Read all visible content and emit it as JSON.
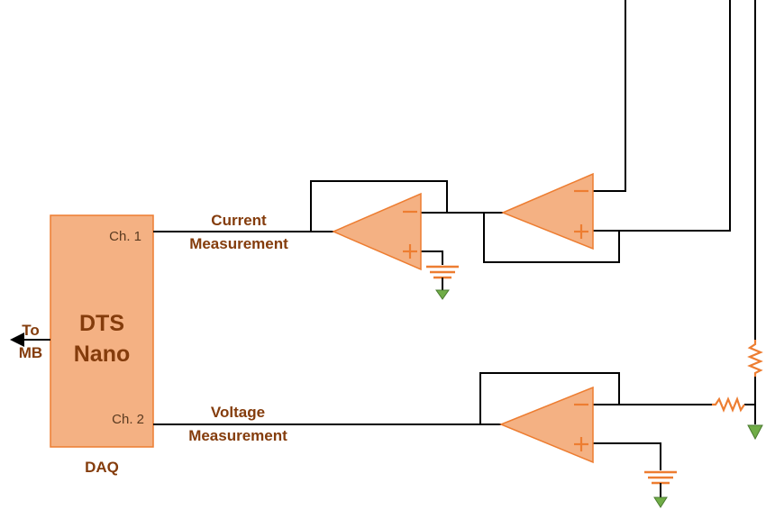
{
  "daq": {
    "name_line1": "DTS",
    "name_line2": "Nano",
    "caption": "DAQ",
    "channel1": "Ch. 1",
    "channel2": "Ch. 2"
  },
  "outputs": {
    "to_line1": "To",
    "to_line2": "MB"
  },
  "labels": {
    "current_line1": "Current",
    "current_line2": "Measurement",
    "voltage_line1": "Voltage",
    "voltage_line2": "Measurement"
  },
  "colors": {
    "box_fill": "#f4b183",
    "box_stroke": "#ed7d31",
    "text": "#843c0c",
    "ground": "#70ad47",
    "wire": "#000000"
  }
}
